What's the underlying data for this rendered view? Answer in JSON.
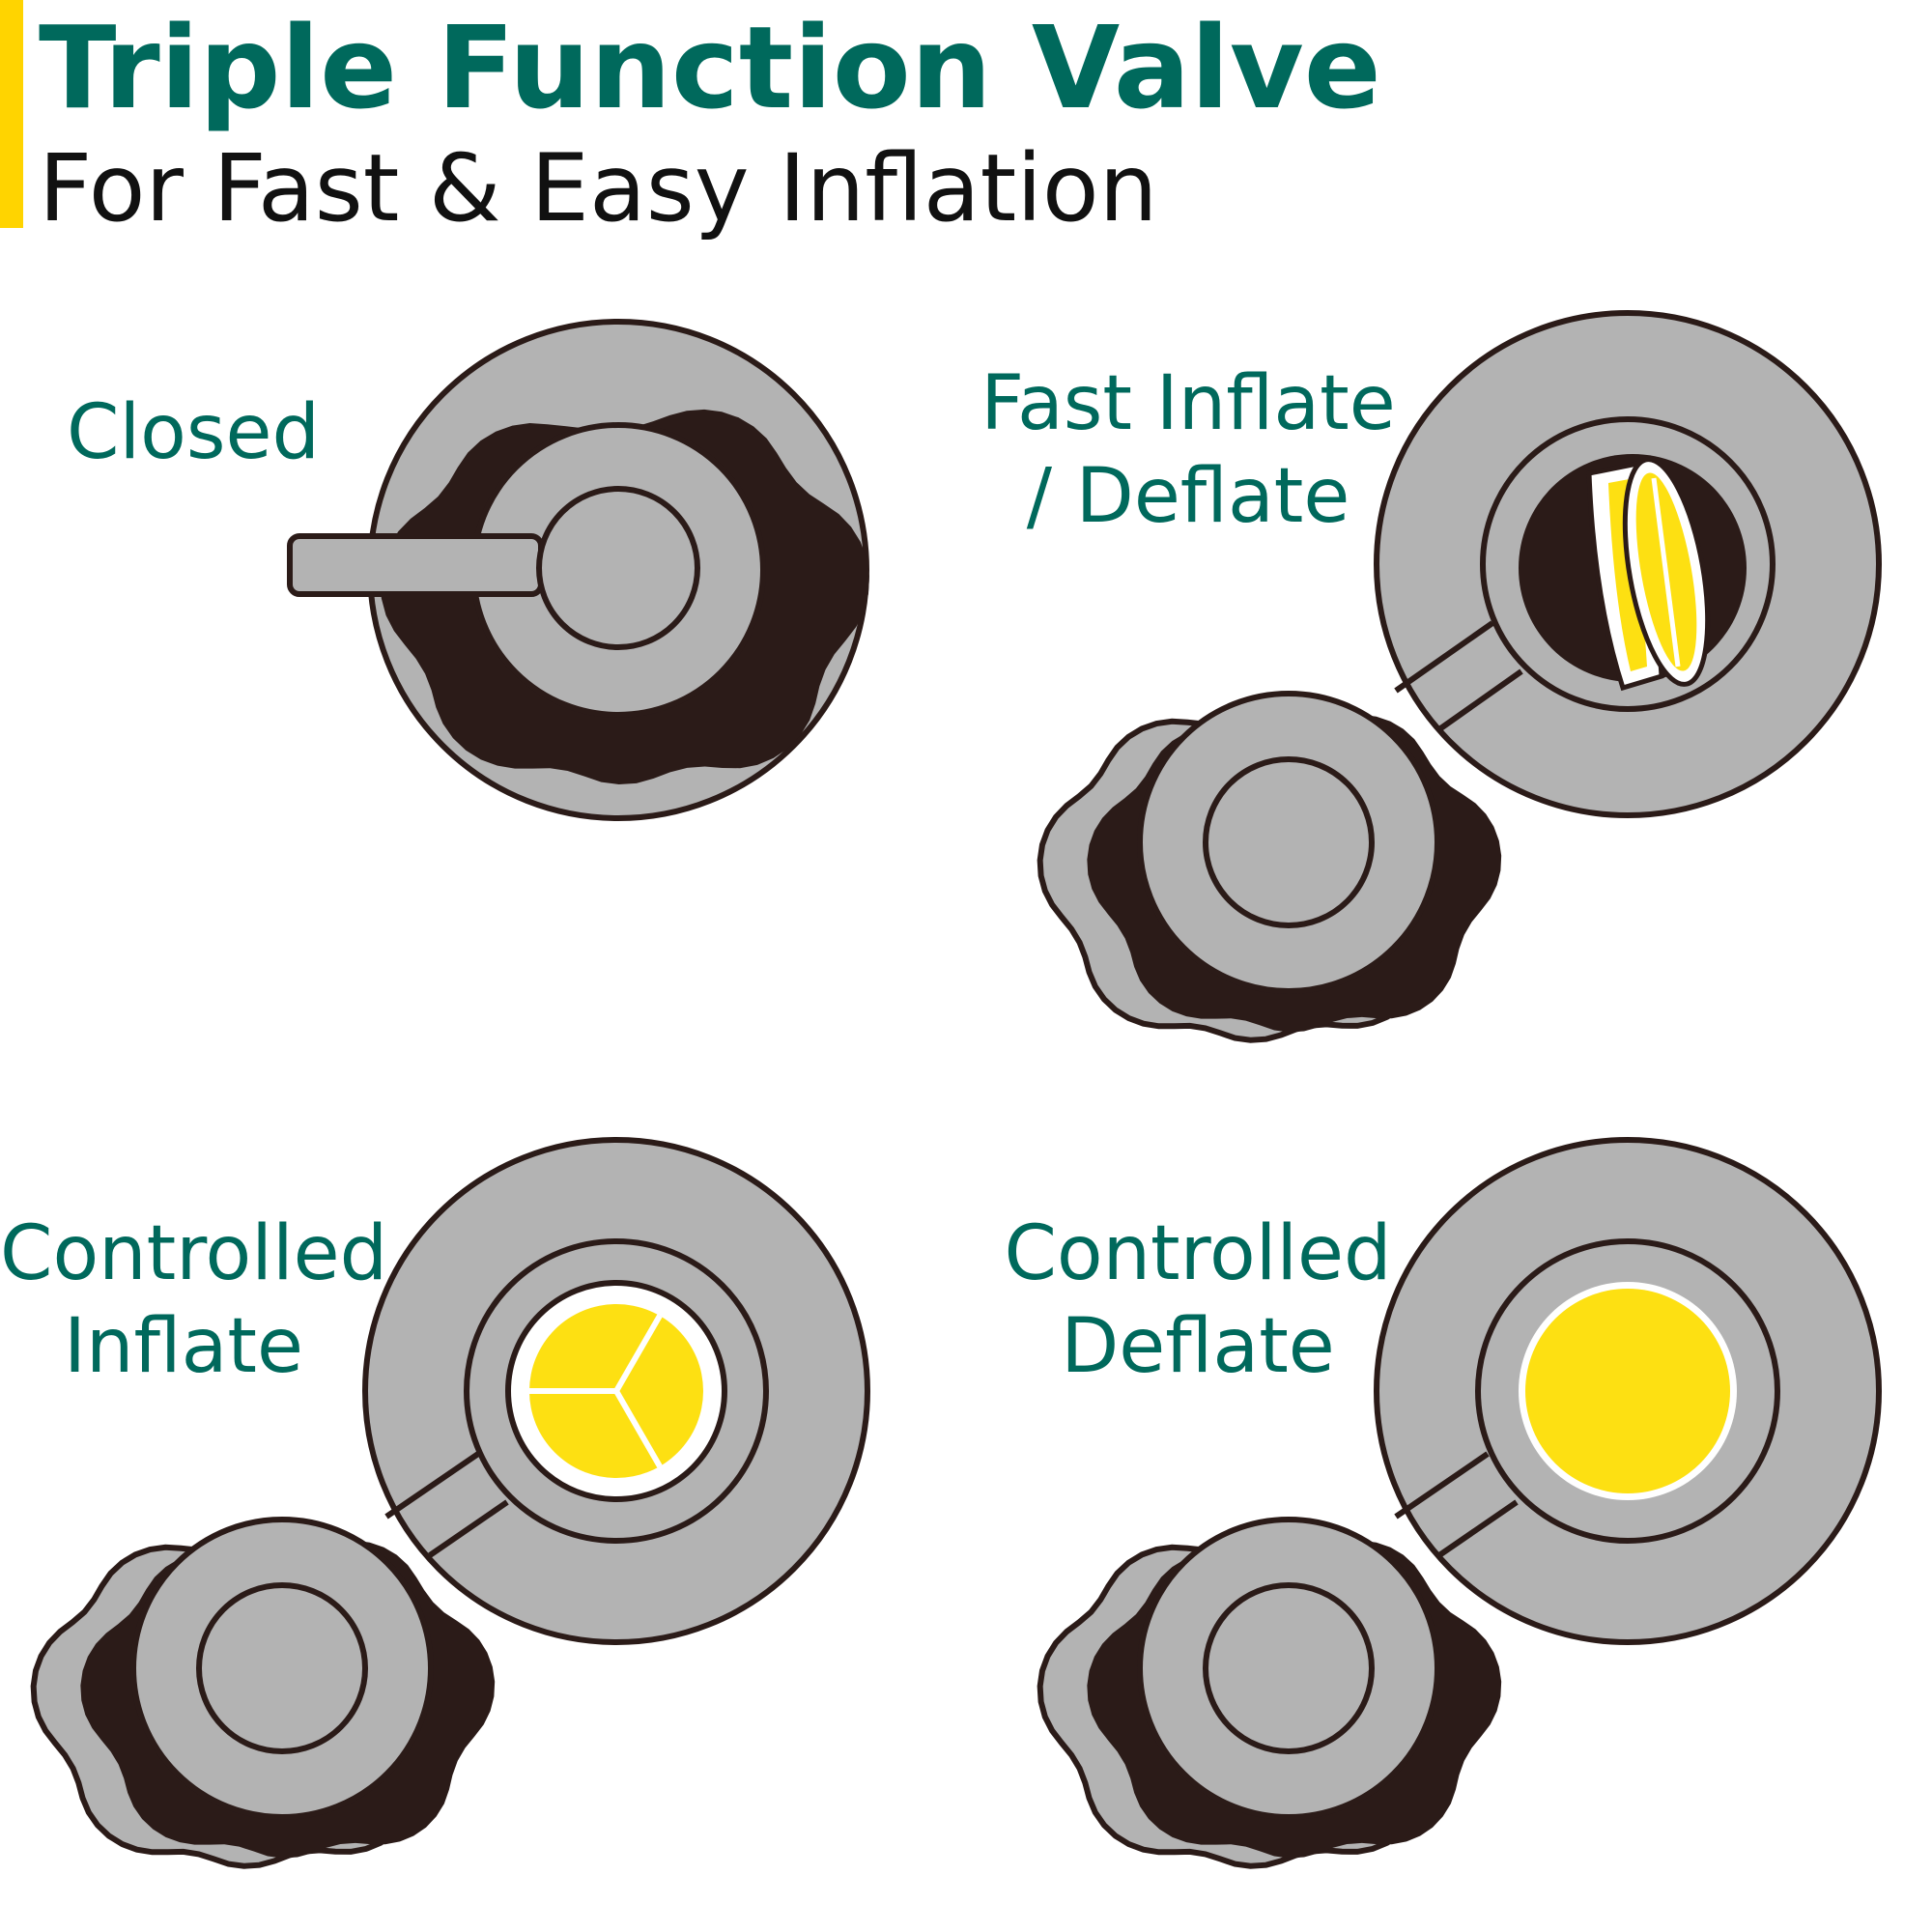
{
  "header": {
    "title": "Triple Function Valve",
    "subtitle": "For Fast & Easy Inflation"
  },
  "states": [
    {
      "id": "closed",
      "lines": [
        "Closed"
      ]
    },
    {
      "id": "fast",
      "lines": [
        "Fast Inflate",
        "/ Deflate"
      ]
    },
    {
      "id": "controlled-inflate",
      "lines": [
        "Controlled",
        "Inflate"
      ]
    },
    {
      "id": "controlled-deflate",
      "lines": [
        "Controlled",
        "Deflate"
      ]
    }
  ],
  "colors": {
    "title": "#00695c",
    "label": "#00695c",
    "accent": "#ffd400",
    "outline": "#2b1b18",
    "body": "#b3b3b3",
    "cap": "#2b1b18",
    "valve": "#fde012"
  }
}
